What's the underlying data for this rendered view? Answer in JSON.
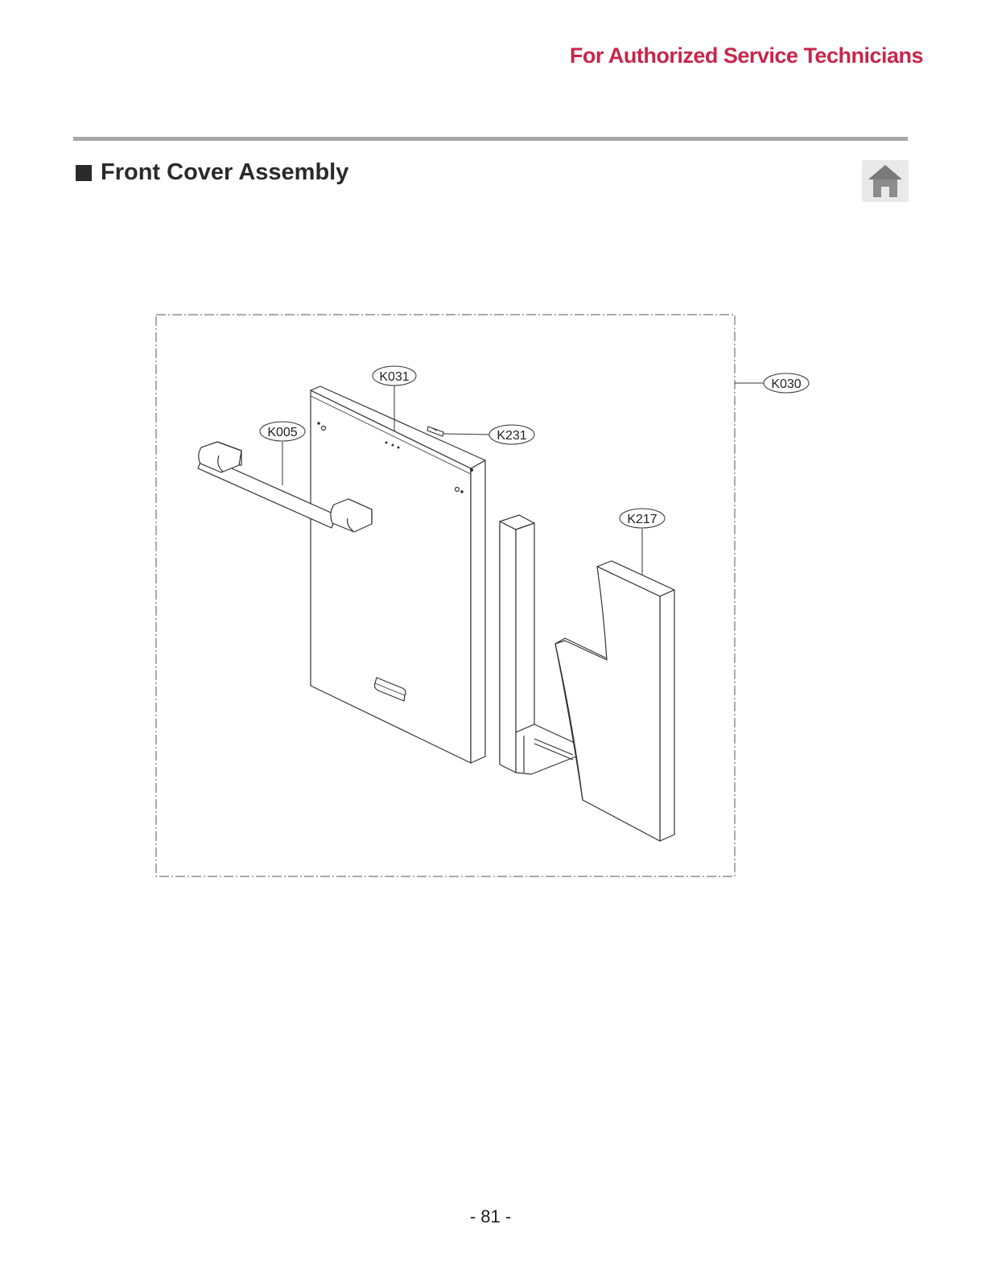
{
  "header": {
    "notice": "For Authorized Service Technicians"
  },
  "section": {
    "title": "Front Cover Assembly"
  },
  "nav": {
    "home_icon": "home-icon"
  },
  "diagram": {
    "callouts": {
      "k031": "K031",
      "k030": "K030",
      "k005": "K005",
      "k231": "K231",
      "k217": "K217"
    }
  },
  "footer": {
    "page_number": "- 81 -"
  }
}
